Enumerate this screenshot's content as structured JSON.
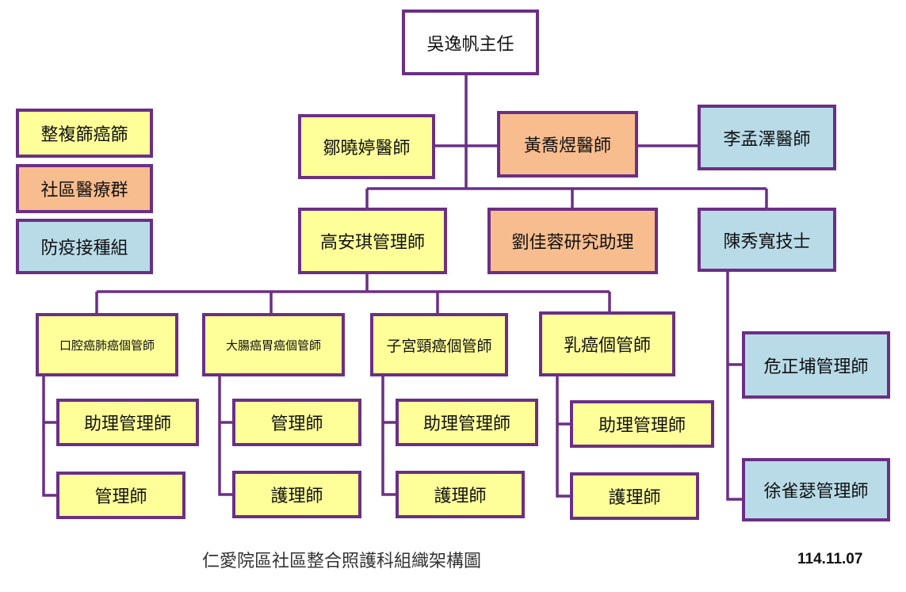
{
  "legend": {
    "oncology_screening": "整複篩癌篩",
    "community_medical": "社區醫療群",
    "vaccination": "防疫接種組"
  },
  "nodes": {
    "director": "吳逸帆主任",
    "doctor_zou": "鄒曉婷醫師",
    "doctor_huang": "黃喬煜醫師",
    "doctor_li": "李孟澤醫師",
    "manager_gao": "高安琪管理師",
    "assistant_liu": "劉佳蓉研究助理",
    "tech_chen": "陳秀寬技士",
    "oral_lung": "口腔癌肺癌個管師",
    "colon_stomach": "大腸癌胃癌個管師",
    "cervical": "子宮頸癌個管師",
    "breast": "乳癌個管師",
    "oral_assistant": "助理管理師",
    "oral_manager": "管理師",
    "colon_manager": "管理師",
    "colon_nurse": "護理師",
    "cervical_assistant": "助理管理師",
    "cervical_nurse": "護理師",
    "breast_assistant": "助理管理師",
    "breast_nurse": "護理師",
    "manager_wei": "危正埔管理師",
    "manager_xu": "徐雀瑟管理師"
  },
  "caption": "仁愛院區社區整合照護科組織架構圖",
  "date": "114.11.07",
  "colors": {
    "border": "#6b2f86",
    "oncology_screening": "#ffff99",
    "community_medical": "#f8bd8e",
    "vaccination": "#b9dbe8"
  }
}
